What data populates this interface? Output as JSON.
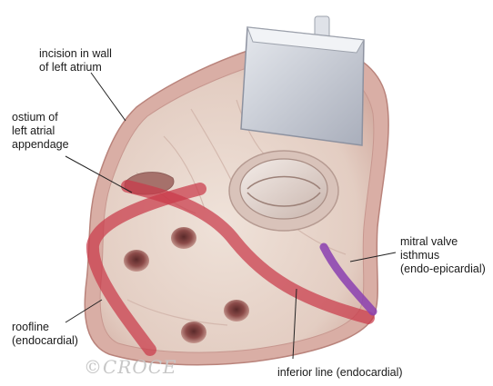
{
  "labels": {
    "incision": "incision in wall\nof left atrium",
    "ostium": "ostium of\nleft atrial\nappendage",
    "mitral": "mitral valve\nisthmus\n(endo-epicardial)",
    "roofline": "roofline\n(endocardial)",
    "inferior": "inferior line (endocardial)"
  },
  "signature": "©CROCE",
  "colors": {
    "ablation_line": "#c93a4a",
    "mitral_line": "#8a3fb0",
    "tissue": "#ead8cf",
    "wall": "#d8aaa2",
    "probe": "#c9cdd6"
  }
}
